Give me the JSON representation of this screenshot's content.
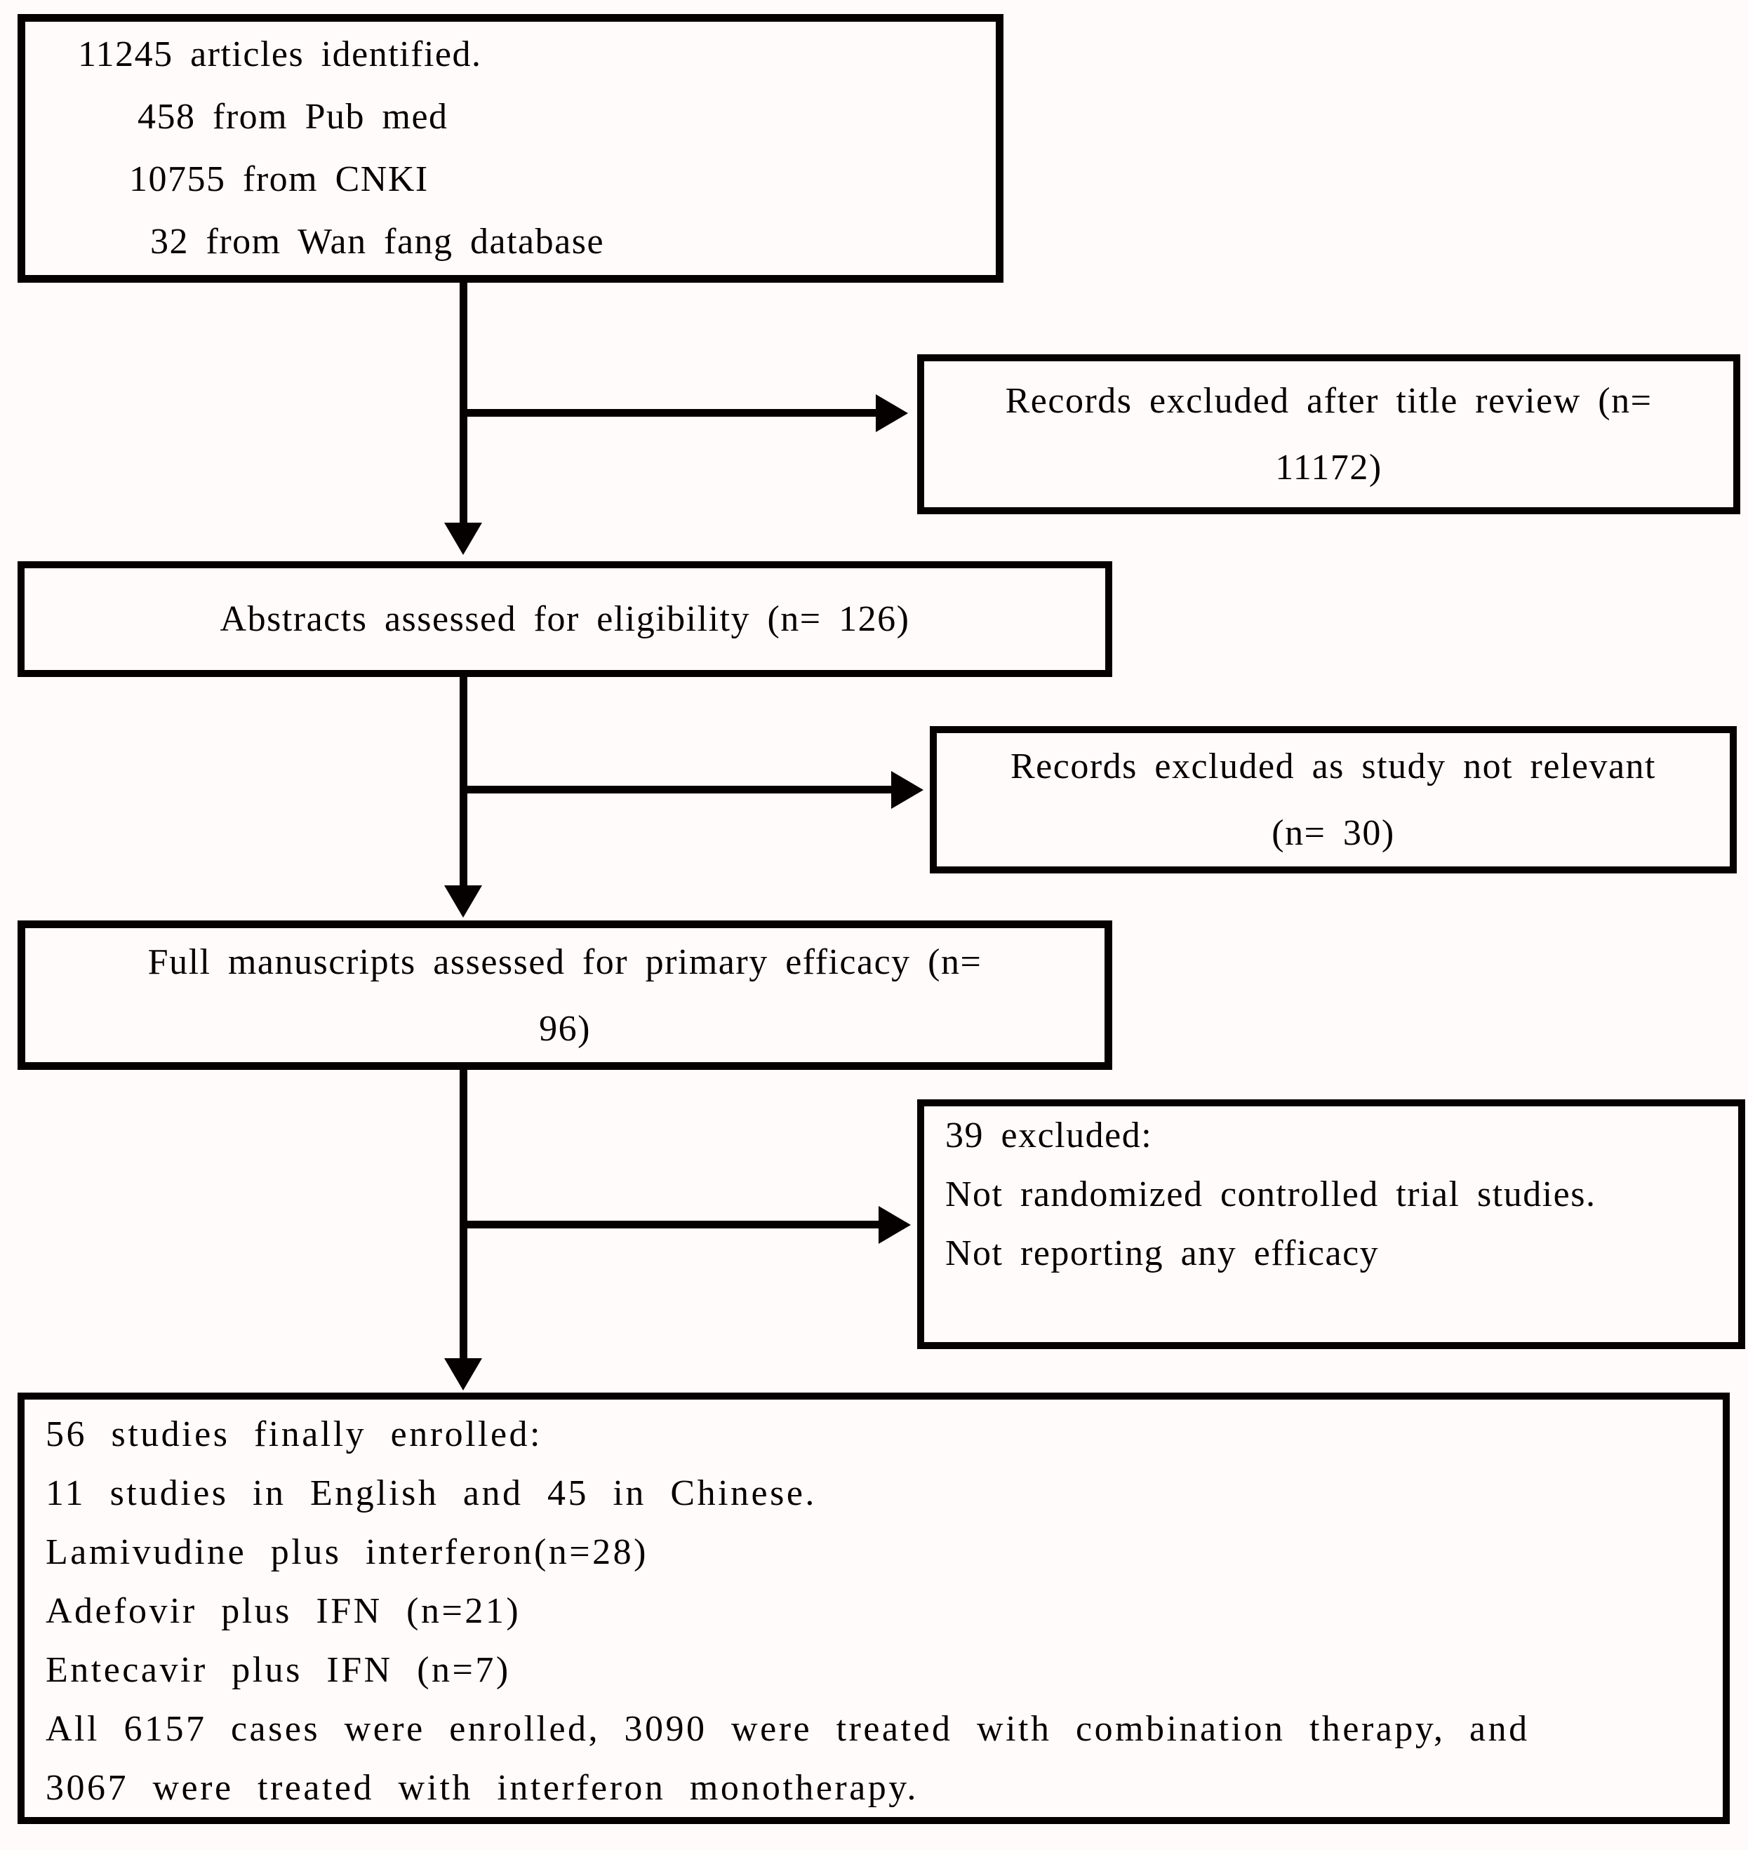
{
  "flow": {
    "identified": {
      "lines": [
        "11245 articles identified.",
        "458 from Pub med",
        "10755 from CNKI",
        "32 from Wan fang database"
      ]
    },
    "excluded_title_review": {
      "text": "Records excluded after title review (n= 11172)"
    },
    "abstracts_assessed": {
      "text": "Abstracts assessed for eligibility (n= 126)"
    },
    "excluded_not_relevant": {
      "text": "Records excluded as study not relevant (n= 30)"
    },
    "full_manuscripts": {
      "text": "Full manuscripts assessed for primary efficacy (n= 96)"
    },
    "excluded_39": {
      "lines": [
        "39 excluded:",
        "Not randomized controlled trial studies.",
        "Not reporting any efficacy"
      ]
    },
    "finally_enrolled": {
      "lines": [
        "56 studies finally enrolled:",
        "11 studies in English and 45 in Chinese.",
        "Lamivudine plus interferon(n=28)",
        "Adefovir plus IFN (n=21)",
        "Entecavir plus IFN (n=7)",
        "All 6157 cases were enrolled, 3090 were treated with combination therapy, and 3067 were treated with interferon monotherapy."
      ]
    },
    "colors": {
      "line": "#050101",
      "background": "#fffbfb"
    }
  }
}
